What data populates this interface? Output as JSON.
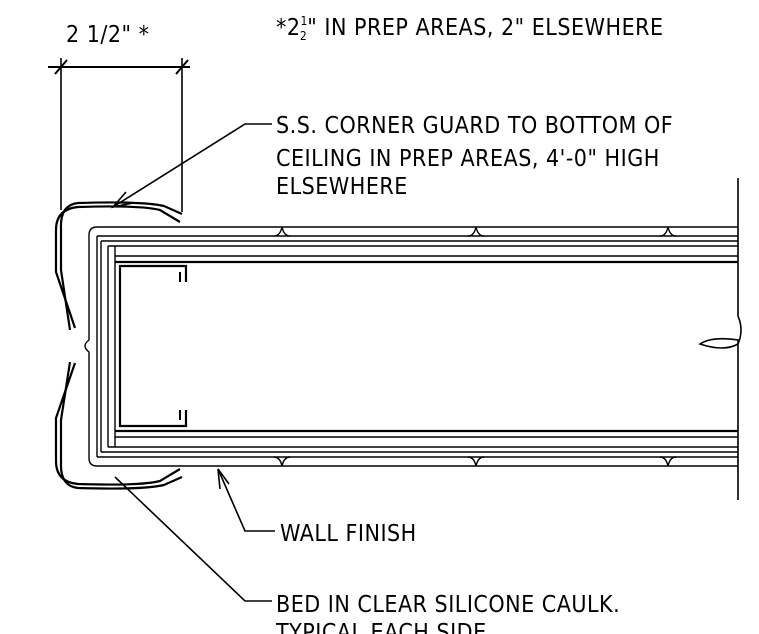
{
  "dimension": {
    "label": "2 1/2\" *"
  },
  "notes": {
    "footnote_prefix": "*2",
    "footnote_frac_num": "1",
    "footnote_frac_den": "2",
    "footnote_rest": "\" IN PREP AREAS, 2\" ELSEWHERE",
    "corner_guard_line1": "S.S. CORNER GUARD TO BOTTOM OF",
    "corner_guard_line2": "CEILING IN PREP AREAS, 4'-0\" HIGH",
    "corner_guard_line3": "ELSEWHERE",
    "wall_finish": "WALL FINISH",
    "caulk_line1": "BED IN CLEAR SILICONE CAULK.",
    "caulk_line2": "TYPICAL EACH SIDE"
  }
}
